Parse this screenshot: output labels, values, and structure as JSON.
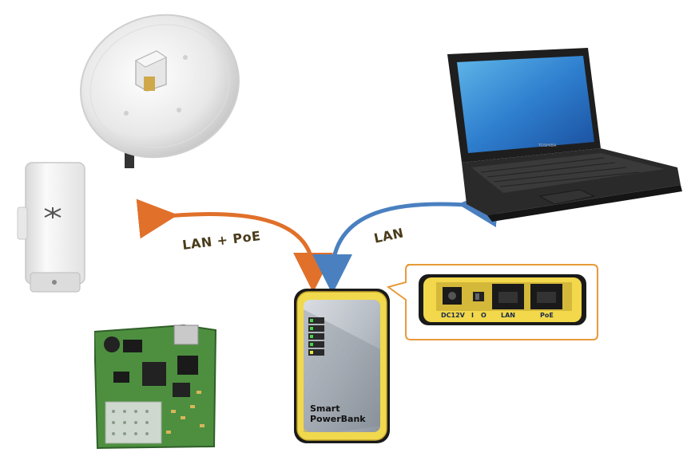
{
  "devices": {
    "powerbank": {
      "label_line1": "Smart",
      "label_line2": "PowerBank",
      "led_count": 5
    },
    "laptop": {
      "brand": "TOSHIBA"
    }
  },
  "connections": {
    "lan_poe": {
      "label": "LAN + PoE",
      "color": "#e0702a"
    },
    "lan": {
      "label": "LAN",
      "color": "#4a80c0"
    }
  },
  "port_panel": {
    "ports": {
      "dc": "DC12V",
      "switch_i": "I",
      "switch_o": "O",
      "lan": "LAN",
      "poe": "PoE"
    },
    "border_color": "#e89a3a",
    "panel_color": "#f2d84a"
  }
}
